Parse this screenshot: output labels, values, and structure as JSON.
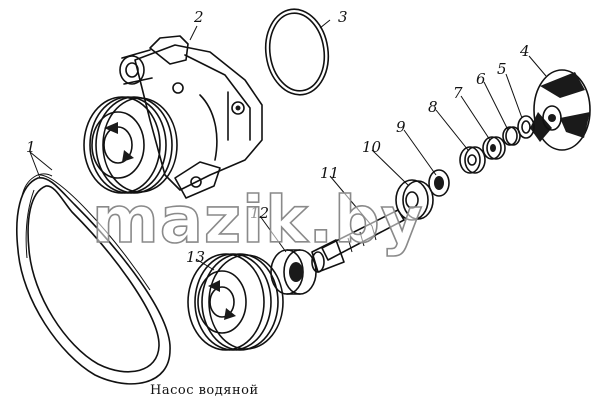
{
  "diagram": {
    "caption": "Насос водяной",
    "watermark": "mazik.by",
    "parts": [
      {
        "id": "belt",
        "number": "1"
      },
      {
        "id": "housing-flange",
        "number": "2"
      },
      {
        "id": "o-ring",
        "number": "3"
      },
      {
        "id": "impeller",
        "number": "4"
      },
      {
        "id": "washer-5",
        "number": "5"
      },
      {
        "id": "ring-6",
        "number": "6"
      },
      {
        "id": "seal-7",
        "number": "7"
      },
      {
        "id": "bushing-8",
        "number": "8"
      },
      {
        "id": "washer-9",
        "number": "9"
      },
      {
        "id": "hub-10",
        "number": "10"
      },
      {
        "id": "shaft",
        "number": "11"
      },
      {
        "id": "bearing",
        "number": "12"
      },
      {
        "id": "pulley",
        "number": "13"
      }
    ],
    "colors": {
      "ink": "#111111",
      "paper": "#ffffff",
      "watermark_outline": "#8a8a8a"
    }
  }
}
